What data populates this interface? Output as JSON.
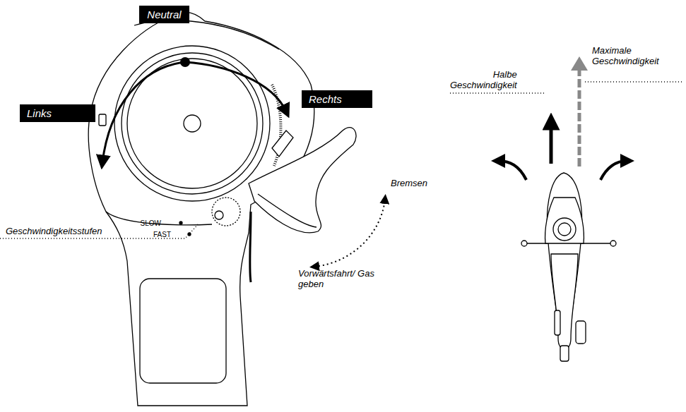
{
  "diagram": {
    "nodes": [
      {
        "text": [
          "Neutral"
        ]
      },
      {
        "text": [
          "Links"
        ]
      },
      {
        "text": [
          "Rechts"
        ]
      }
    ],
    "labels": [
      "Bremsen",
      "Geschwindigkeitsstufen",
      "SLOW",
      "FAST",
      "Vorwärtsfahrt/ Gas geben",
      "Halbe Geschwindigkeit",
      "Maximale Geschwindigkeit"
    ]
  }
}
